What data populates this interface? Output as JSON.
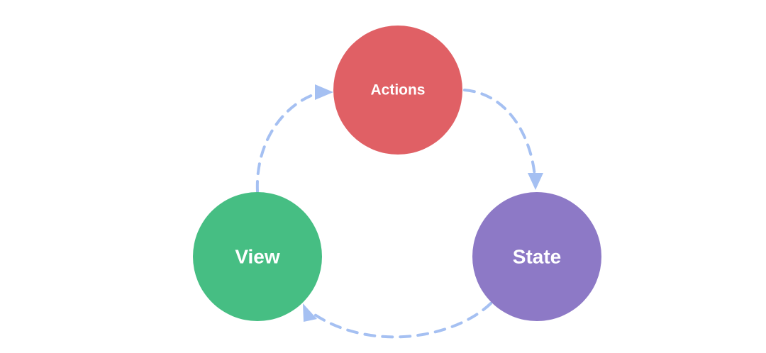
{
  "diagram": {
    "nodes": [
      {
        "id": "actions",
        "label": "Actions",
        "color": "#e06065"
      },
      {
        "id": "state",
        "label": "State",
        "color": "#8d79c6"
      },
      {
        "id": "view",
        "label": "View",
        "color": "#46be83"
      }
    ],
    "edges": [
      {
        "from": "actions",
        "to": "state"
      },
      {
        "from": "state",
        "to": "view"
      },
      {
        "from": "view",
        "to": "actions"
      }
    ],
    "edge_color": "#a5c0f2"
  }
}
